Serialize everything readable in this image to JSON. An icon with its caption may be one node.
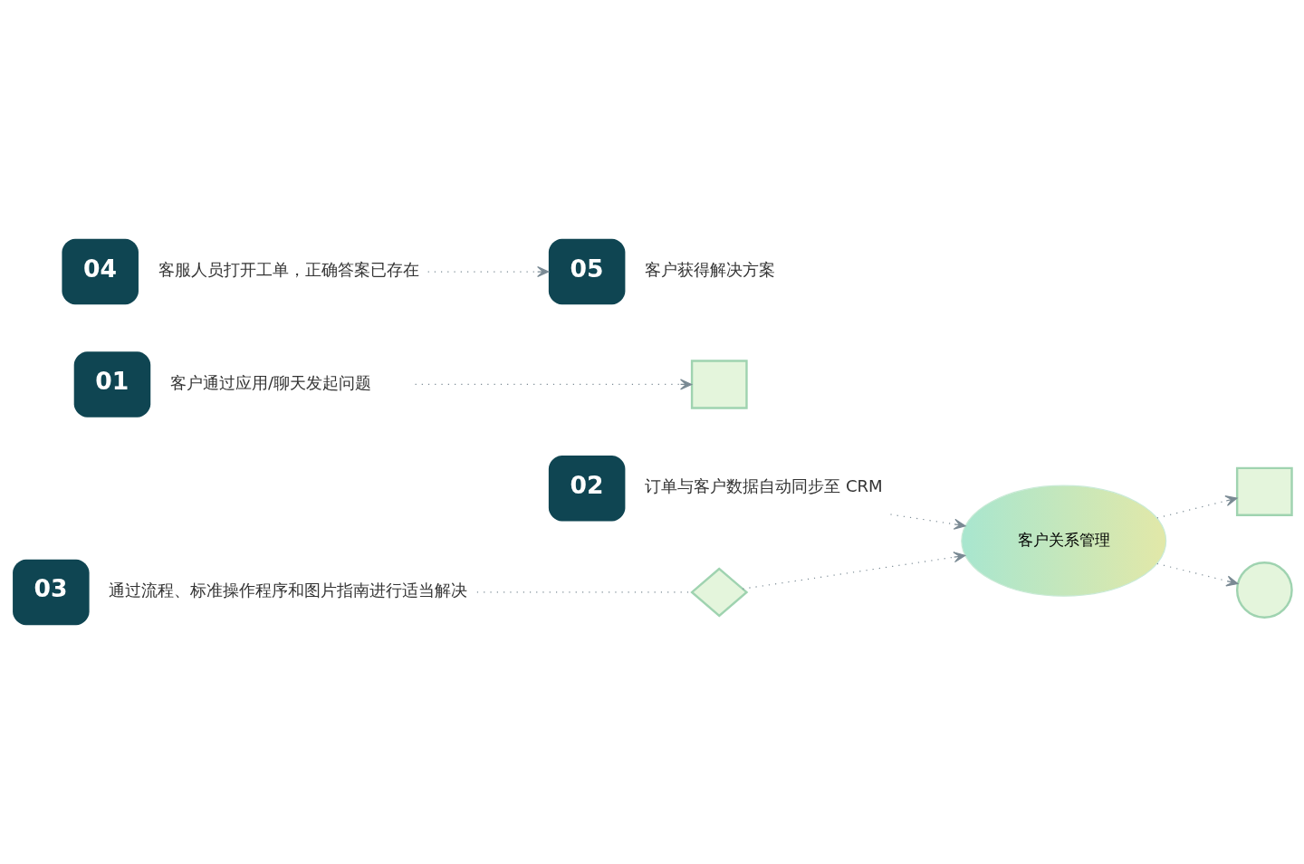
{
  "diagram": {
    "nodes": [
      {
        "text": [
          "02"
        ],
        "beside": [
          "订单与客户数据自动同步至 CRM"
        ]
      },
      {
        "text": [
          "客户关系管理"
        ]
      },
      {
        "text": [],
        "shape": "box"
      },
      {
        "text": [
          "03"
        ],
        "beside": [
          "通过流程、标准操作程序和图片指南进行适当解决"
        ]
      },
      {
        "text": [],
        "shape": "diamond"
      },
      {
        "text": [],
        "shape": "box"
      },
      {
        "text": [
          "01"
        ],
        "beside": [
          "客户通过应用/聊天发起问题"
        ]
      },
      {
        "text": [],
        "shape": "circle"
      },
      {
        "text": [
          "04"
        ],
        "beside": [
          "客服人员打开工单，正确答案已存在"
        ]
      },
      {
        "text": [
          "05"
        ],
        "beside": [
          "客户获得解决方案"
        ]
      }
    ],
    "edges": [
      {
        "from": 6,
        "to": 5,
        "arrow": "to"
      },
      {
        "from": 0,
        "to": 1,
        "arrow": "to"
      },
      {
        "from": 1,
        "to": 2,
        "arrow": "to"
      },
      {
        "from": 3,
        "to": 4,
        "arrow": "none"
      },
      {
        "from": 4,
        "to": 1,
        "arrow": "to"
      },
      {
        "from": 1,
        "to": 7,
        "arrow": "to"
      },
      {
        "from": 8,
        "to": 9,
        "arrow": "to"
      }
    ]
  }
}
